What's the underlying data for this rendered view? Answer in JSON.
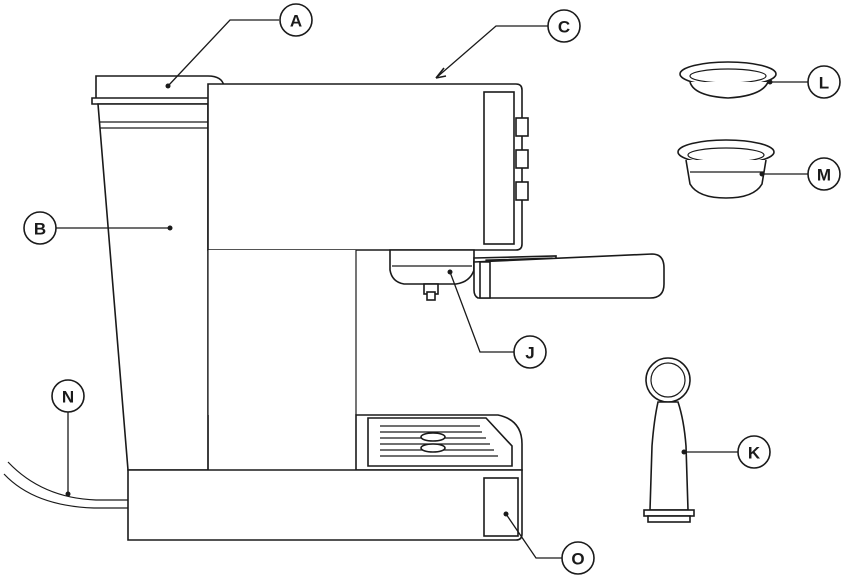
{
  "diagram": {
    "callouts": {
      "a": "A",
      "b": "B",
      "c": "C",
      "j": "J",
      "k": "K",
      "l": "L",
      "m": "M",
      "n": "N",
      "o": "O"
    }
  }
}
